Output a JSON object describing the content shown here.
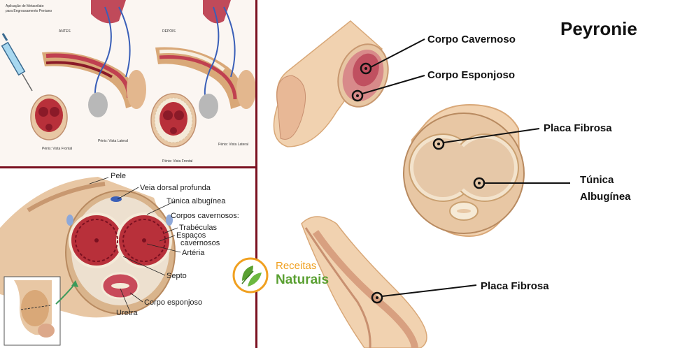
{
  "top_left": {
    "title_line1": "Aplicação de Metacrilato",
    "title_line2": "para Engrossamento Peniano",
    "before_label": "ANTES",
    "after_label": "DEPOIS",
    "front_view_1": "Pénis: Vista Frontal",
    "lateral_view_1": "Pénis: Vista Lateral",
    "front_view_2": "Pénis: Vista Frontal",
    "lateral_view_2": "Pénis: Vista Lateral"
  },
  "bottom_left": {
    "labels": {
      "pele": "Pele",
      "veia": "Veia dorsal profunda",
      "tunica": "Túnica albugínea",
      "corpos": "Corpos cavernosos:",
      "trabeculas": "Trabéculas",
      "espacos1": "Espaços",
      "espacos2": "cavernosos",
      "arteria": "Artéria",
      "septo": "Septo",
      "esponjoso": "Corpo esponjoso",
      "uretra": "Uretra"
    }
  },
  "right": {
    "title": "Peyronie",
    "labels": {
      "corpo_cavernoso": "Corpo Cavernoso",
      "corpo_esponjoso": "Corpo Esponjoso",
      "placa1": "Placa Fibrosa",
      "tunica1": "Túnica",
      "tunica2": "Albugínea",
      "placa2": "Placa Fibrosa"
    }
  },
  "logo": {
    "line1": "Receitas",
    "line2": "Naturais"
  },
  "colors": {
    "flesh": "#f1d2b0",
    "flesh_dark": "#d9a878",
    "tissue_red": "#b8303a",
    "tissue_dark": "#7a1020",
    "vein_blue": "#3a5fb8",
    "border": "#7a1020",
    "logo_orange": "#f0a020",
    "logo_green": "#5aa032"
  }
}
